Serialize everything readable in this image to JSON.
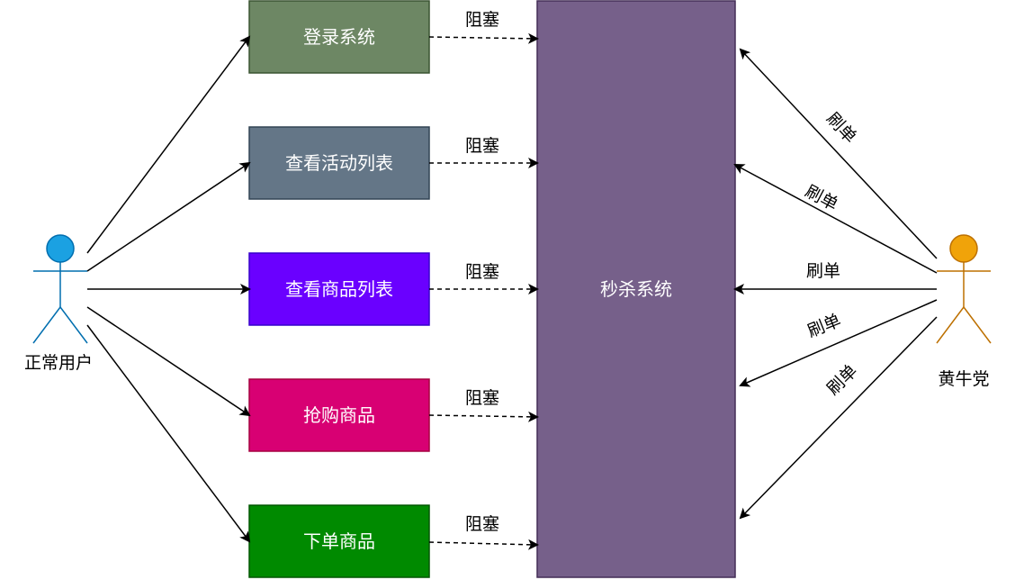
{
  "actors": {
    "user": {
      "label": "正常用户",
      "color": "#1ba1e2"
    },
    "scalper": {
      "label": "黄牛党",
      "color": "#f0a30a"
    }
  },
  "steps": [
    {
      "label": "登录系统",
      "color": "#6d8764"
    },
    {
      "label": "查看活动列表",
      "color": "#647687"
    },
    {
      "label": "查看商品列表",
      "color": "#6a00ff"
    },
    {
      "label": "抢购商品",
      "color": "#d80073"
    },
    {
      "label": "下单商品",
      "color": "#008a00"
    }
  ],
  "system": {
    "label": "秒杀系统",
    "color": "#76608a"
  },
  "block_label": "阻塞",
  "scalp_label": "刷单"
}
